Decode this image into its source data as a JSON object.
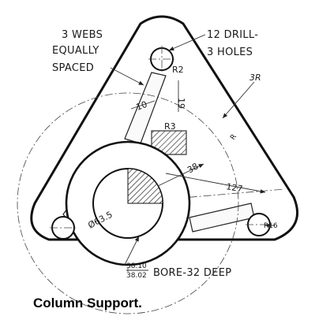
{
  "notes": {
    "webs_line1": "3 WEBS",
    "webs_line2": "EQUALLY",
    "webs_line3": "SPACED",
    "drill_line1": "12 DRILL-",
    "drill_line2": "3 HOLES",
    "bore_upper": "38.10",
    "bore_lower": "38.02",
    "bore_note": "BORE-32 DEEP"
  },
  "dimensions": {
    "r2": "R2",
    "d19": "19",
    "d10": "10",
    "r33": "R3",
    "d38": "38",
    "d127": "127",
    "r16": "R16",
    "dia": "Ø63.5",
    "outer_r": "3R",
    "r_edge": "R"
  },
  "caption": "Column Support."
}
